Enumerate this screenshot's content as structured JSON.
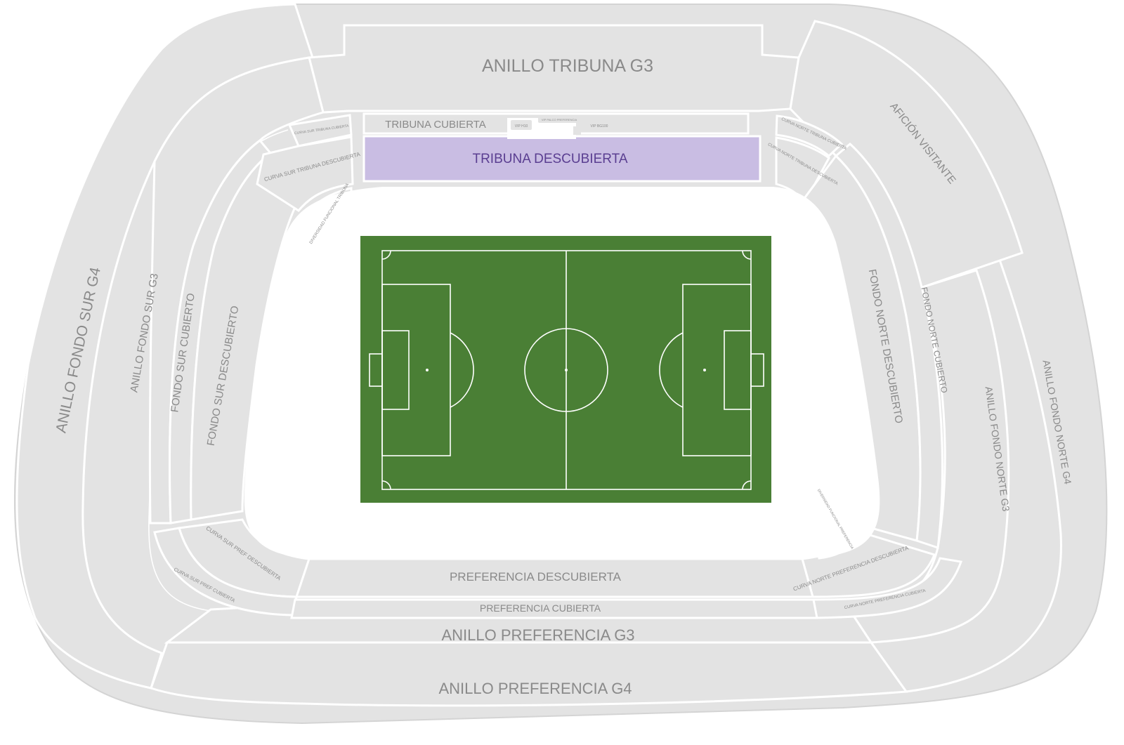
{
  "stadium_map": {
    "colors": {
      "section": "#e3e3e3",
      "selected": "#c9bde3",
      "selected_text": "#5a3e91",
      "label": "#8a8a8a",
      "pitch": "#4a7f35",
      "pitch_lines": "#ffffff"
    },
    "selected_section": "TRIBUNA DESCUBIERTA",
    "sections": {
      "anillo_tribuna_g3": "ANILLO TRIBUNA G3",
      "tribuna_cubierta": "TRIBUNA CUBIERTA",
      "tribuna_descubierta": "TRIBUNA DESCUBIERTA",
      "vip_left": "VIP H10",
      "vip_palco": "VIP PALCO PREFERENCIA",
      "vip_right": "VIP BG100",
      "curva_sur_tribuna_cubierta": "CURVA SUR TRIBUNA CUBIERTA",
      "curva_sur_tribuna_descubierta": "CURVA SUR TRIBUNA DESCUBIERTA",
      "diversidad_tribuna": "DIVERSIDAD FUNCIONAL TRIBUNA",
      "curva_norte_tribuna_cubierta": "CURVA NORTE TRIBUNA CUBIERTA",
      "curva_norte_tribuna_descubierta": "CURVA NORTE TRIBUNA DESCUBIERTA",
      "aficion_visitante": "AFICIÓN VISITANTE",
      "anillo_fondo_sur_g4": "ANILLO FONDO SUR G4",
      "anillo_fondo_sur_g3": "ANILLO FONDO SUR G3",
      "fondo_sur_cubierto": "FONDO SUR CUBIERTO",
      "fondo_sur_descubierto": "FONDO SUR DESCUBIERTO",
      "fondo_norte_descubierto": "FONDO NORTE DESCUBIERTO",
      "fondo_norte_cubierto": "FONDO NORTE CUBIERTO",
      "anillo_fondo_norte_g3": "ANILLO FONDO NORTE G3",
      "anillo_fondo_norte_g4": "ANILLO FONDO NORTE G4",
      "curva_sur_pref_descubierta": "CURVA SUR PREF DESCUBIERTA",
      "curva_sur_pref_cubierta": "CURVA SUR PREF CUBIERTA",
      "diversidad_preferencia": "DIVERSIDAD FUNCIONAL PREFERENCIA",
      "curva_norte_pref_descubierta": "CURVA NORTE PREFERENCIA DESCUBIERTA",
      "curva_norte_pref_cubierta": "CURVA NORTE PREFERENCIA CUBIERTA",
      "preferencia_descubierta": "PREFERENCIA DESCUBIERTA",
      "preferencia_cubierta": "PREFERENCIA CUBIERTA",
      "anillo_preferencia_g3": "ANILLO PREFERENCIA G3",
      "anillo_preferencia_g4": "ANILLO PREFERENCIA G4"
    }
  }
}
